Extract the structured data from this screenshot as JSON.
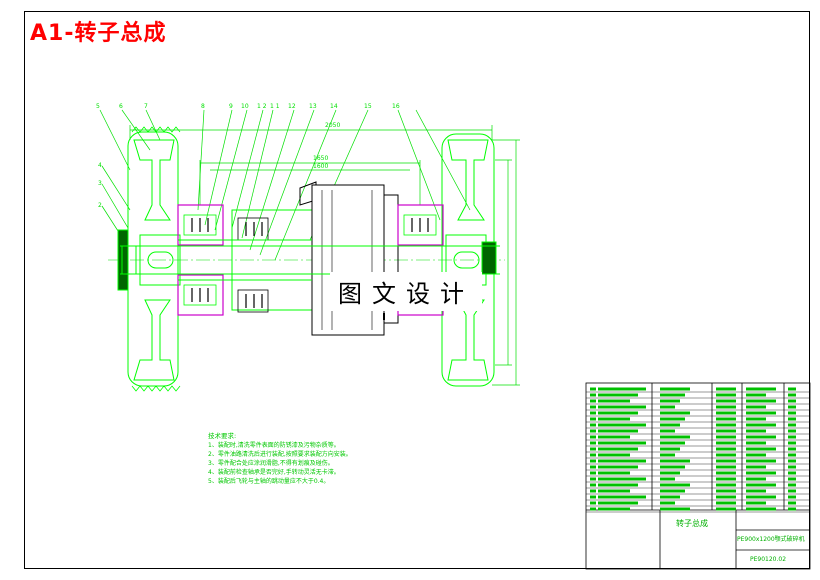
{
  "title": "A1-转子总成",
  "dimensions": {
    "overall": "2050",
    "mid": "1650",
    "inner": "1600"
  },
  "part_numbers": [
    "5",
    "6",
    "7",
    "8",
    "9",
    "10",
    "1 2",
    "1 1",
    "12",
    "13",
    "14",
    "15",
    "16",
    "4",
    "3",
    "2"
  ],
  "notes": {
    "heading": "技术要求:",
    "lines": [
      "1、装配时,清洗零件表面的防锈漆及污物杂质等。",
      "2、零件油路清洗后进行装配,按照要求装配方向安装。",
      "3、零件配合处应涂润滑脂,不得有划痕及碰伤。",
      "4、装配前检查轴承是否完好,手转动灵活无卡滞。",
      "5、装配后飞轮与主轴的跳动量应不大于0.4。"
    ]
  },
  "watermark": "图文设计",
  "title_block": {
    "name": "转子总成",
    "project": "PE900x1200颚式破碎机",
    "drawing_no": "PE90120.02"
  },
  "colors": {
    "line": "#00ff00",
    "section": "#cc00cc",
    "title": "#ff0000",
    "frame": "#000000"
  }
}
